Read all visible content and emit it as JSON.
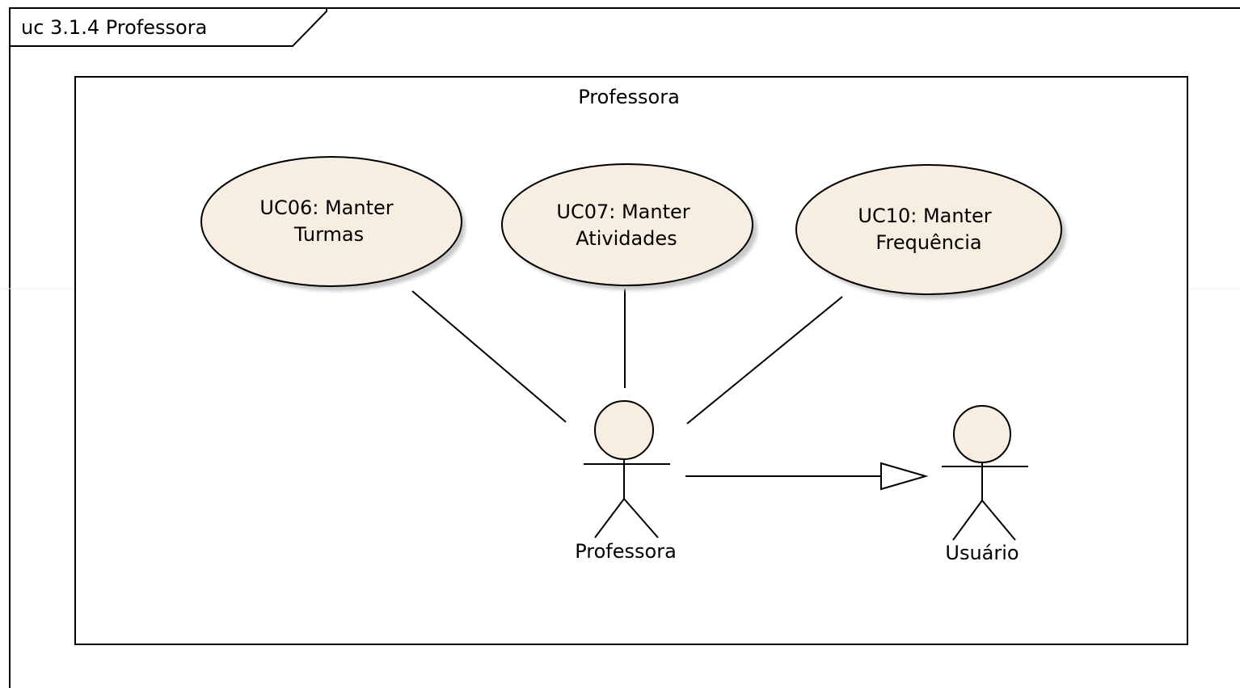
{
  "diagram": {
    "frame_title": "uc 3.1.4 Professora",
    "boundary_title": "Professora",
    "use_cases": [
      {
        "id": "uc06",
        "line1": "UC06: Manter",
        "line2": "Turmas"
      },
      {
        "id": "uc07",
        "line1": "UC07: Manter",
        "line2": "Atividades"
      },
      {
        "id": "uc10",
        "line1": "UC10: Manter",
        "line2": "Frequência"
      }
    ],
    "actors": [
      {
        "id": "professora",
        "name": "Professora"
      },
      {
        "id": "usuario",
        "name": "Usuário"
      }
    ],
    "relationships": [
      {
        "from": "professora",
        "to": "uc06",
        "type": "association"
      },
      {
        "from": "professora",
        "to": "uc07",
        "type": "association"
      },
      {
        "from": "professora",
        "to": "uc10",
        "type": "association"
      },
      {
        "from": "professora",
        "to": "usuario",
        "type": "generalization"
      }
    ],
    "colors": {
      "element_fill": "#f7ede0",
      "shadow": "#c8c8c8",
      "line": "#000000",
      "background": "#ffffff"
    }
  }
}
